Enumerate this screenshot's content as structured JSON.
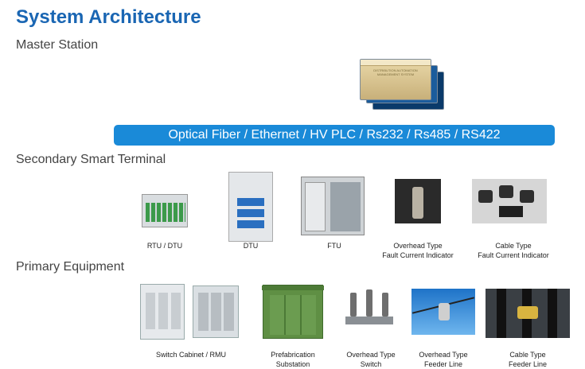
{
  "title": "System Architecture",
  "sections": {
    "master": "Master Station",
    "secondary": "Secondary Smart Terminal",
    "primary": "Primary Equipment"
  },
  "bus_label": "Optical Fiber / Ethernet / HV PLC / Rs232 / Rs485 / RS422",
  "master_screen_text": "DISTRIBUTION AUTOMATION MANAGEMENT SYSTEM",
  "secondary_items": [
    {
      "line1": "RTU / DTU",
      "line2": ""
    },
    {
      "line1": "DTU",
      "line2": ""
    },
    {
      "line1": "FTU",
      "line2": ""
    },
    {
      "line1": "Overhead Type",
      "line2": "Fault Current Indicator"
    },
    {
      "line1": "Cable Type",
      "line2": "Fault Current Indicator"
    }
  ],
  "primary_items": [
    {
      "line1": "Switch Cabinet / RMU",
      "line2": ""
    },
    {
      "line1": "Prefabrication",
      "line2": "Substation"
    },
    {
      "line1": "Overhead Type",
      "line2": "Switch"
    },
    {
      "line1": "Overhead Type",
      "line2": "Feeder Line"
    },
    {
      "line1": "Cable Type",
      "line2": "Feeder Line"
    }
  ],
  "colors": {
    "title": "#1a66b3",
    "bus": "#1a8ad8"
  }
}
